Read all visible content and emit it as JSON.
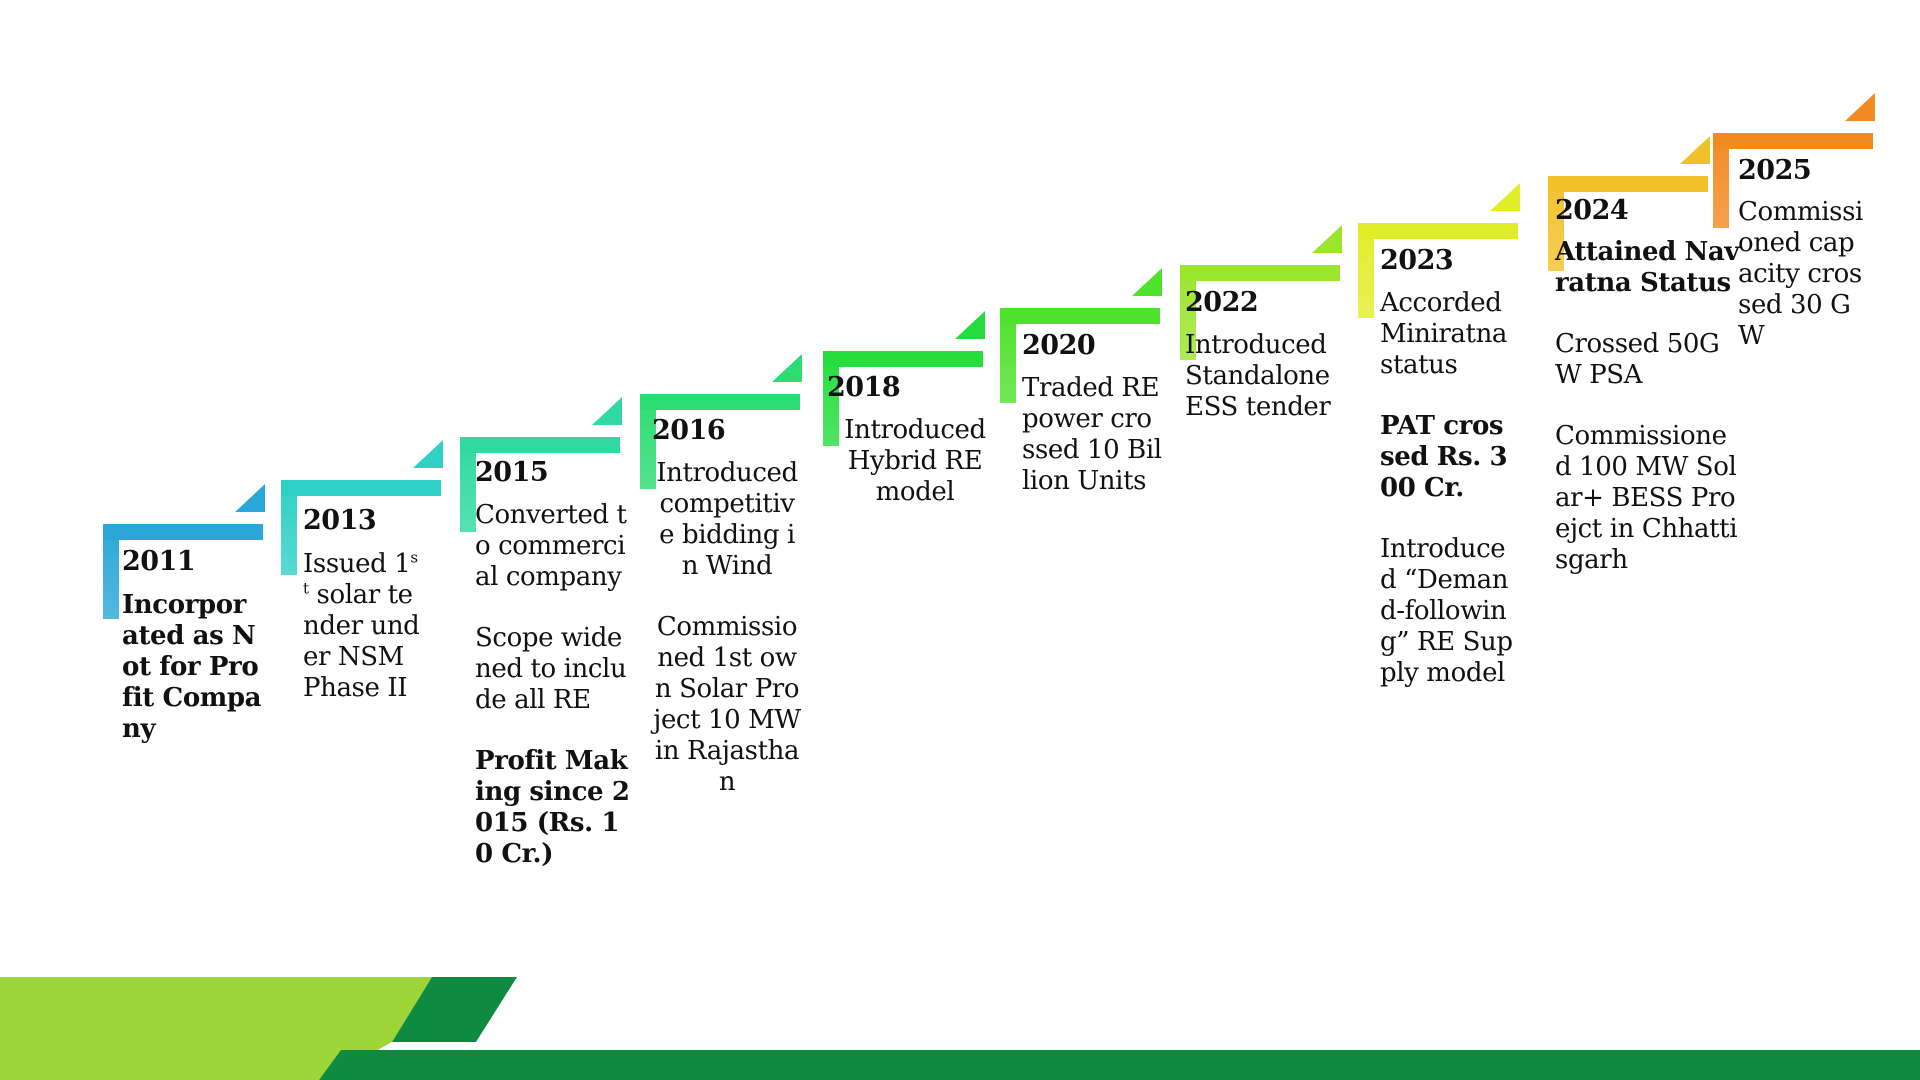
{
  "milestones": [
    {
      "year": "2011",
      "color": "#2aa7d8",
      "lines": [
        {
          "text": "Incorporated as Not for Profit Company",
          "bold": true
        }
      ]
    },
    {
      "year": "2013",
      "color": "#2fd0c6",
      "lines": [
        {
          "text": "Issued 1st solar tender under NSM Phase II",
          "bold": false
        }
      ]
    },
    {
      "year": "2015",
      "color": "#2fd9a0",
      "lines": [
        {
          "text": "Converted to commercial company",
          "bold": false
        },
        {
          "text": "Scope widened to include all RE",
          "bold": false
        },
        {
          "text": "Profit Making since 2015 (Rs. 10 Cr.)",
          "bold": true
        }
      ]
    },
    {
      "year": "2016",
      "color": "#2bdc72",
      "lines": [
        {
          "text": "Introduced competitive bidding in Wind",
          "bold": false
        },
        {
          "text": "Commissioned 1st own Solar Project 10 MW in Rajasthan",
          "bold": false
        }
      ]
    },
    {
      "year": "2018",
      "color": "#25de3d",
      "lines": [
        {
          "text": "Introduced Hybrid RE model",
          "bold": false
        }
      ]
    },
    {
      "year": "2020",
      "color": "#4fe12c",
      "lines": [
        {
          "text": "Traded RE power crossed 10 Billion Units",
          "bold": false
        }
      ]
    },
    {
      "year": "2022",
      "color": "#9be52d",
      "lines": [
        {
          "text": "Introduced Standalone ESS tender",
          "bold": false
        }
      ]
    },
    {
      "year": "2023",
      "color": "#e0ee2a",
      "lines": [
        {
          "text": "Accorded Miniratna status",
          "bold": false
        },
        {
          "text": "PAT crossed Rs. 300 Cr.",
          "bold": true
        },
        {
          "text": "Introduced “Demand-following” RE Supply model",
          "bold": false
        }
      ]
    },
    {
      "year": "2024",
      "color": "#f2c12a",
      "lines": [
        {
          "text": "Attained Navratna Status",
          "bold": true
        },
        {
          "text": "Crossed 50GW PSA",
          "bold": false
        },
        {
          "text": "Commissioned 100 MW Solar+ BESS Proejct in Chhattisgarh",
          "bold": false
        }
      ]
    },
    {
      "year": "2025",
      "color": "#f28a22",
      "lines": [
        {
          "text": "Commissioned capacity crossed 30 GW",
          "bold": false
        }
      ]
    }
  ],
  "colors": {
    "footer_light": "#9ed63a",
    "footer_dark": "#0e8b40"
  }
}
